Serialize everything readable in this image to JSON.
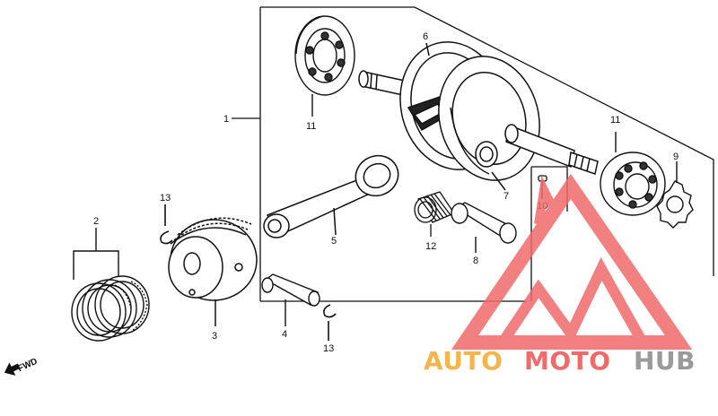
{
  "diagram": {
    "callouts": {
      "c1": "1",
      "c2": "2",
      "c3": "3",
      "c4": "4",
      "c5": "5",
      "c6": "6",
      "c7": "7",
      "c8": "8",
      "c9": "9",
      "c10": "10",
      "c11a": "11",
      "c11b": "11",
      "c12": "12",
      "c13a": "13",
      "c13b": "13"
    },
    "fwd_label": "FWD"
  },
  "watermark": {
    "part1": "AUTO",
    "part2": "MOTO",
    "part3": "HUB",
    "colors": {
      "orange": "#f5b54a",
      "red": "#f06a6a",
      "gray": "#9a9a9a"
    }
  }
}
